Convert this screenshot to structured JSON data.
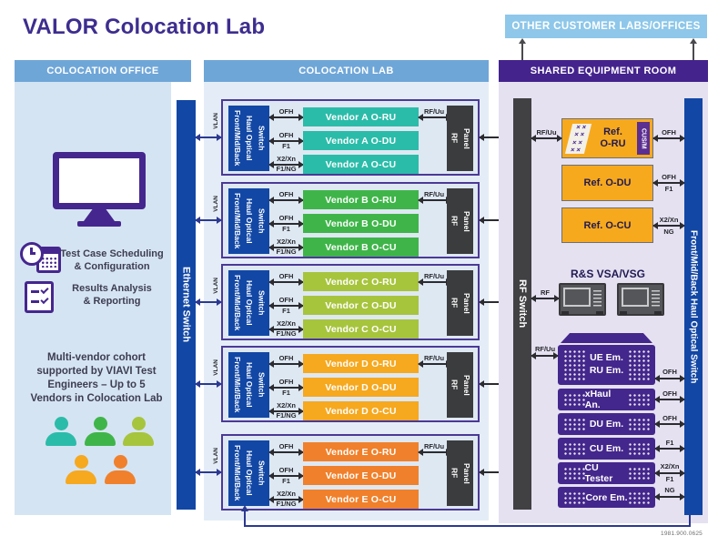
{
  "title": "VALOR Colocation Lab",
  "footer_code": "1981.900.0625",
  "colors": {
    "accent_purple": "#45268E",
    "header_blue": "#6FA6D8",
    "sky_blue": "#8EC7E9",
    "switch_blue": "#1247A5",
    "dark_gray": "#414043",
    "navy_line": "#2B3990",
    "ref_amber": "#F7A91D"
  },
  "other_labs": {
    "label": "OTHER CUSTOMER LABS/OFFICES"
  },
  "office": {
    "header": "COLOCATION OFFICE",
    "features": [
      {
        "icon": "calendar-clock-icon",
        "lines": [
          "Test Case Scheduling",
          "& Configuration"
        ]
      },
      {
        "icon": "checklist-icon",
        "lines": [
          "Results Analysis",
          "& Reporting"
        ]
      }
    ],
    "note": [
      "Multi-vendor cohort",
      "supported by VIAVI Test",
      "Engineers – Up to 5",
      "Vendors in Colocation Lab"
    ],
    "people_colors": [
      "#2BBCA9",
      "#3FB549",
      "#A7C43D",
      "#F6A81F",
      "#F0802B"
    ]
  },
  "ethernet_switch": "Ethernet Switch",
  "links": {
    "vlan": "VLAN",
    "ofh": "OFH",
    "f1": "F1",
    "x2xn": "X2/Xn",
    "f1ng": "F1/NG",
    "rfuu": "RF/Uu",
    "rf": "RF",
    "ng": "NG"
  },
  "lab": {
    "header": "COLOCATION LAB",
    "switch_label": "Front/Mid/Back\nHaul Optical\nSwitch",
    "rf_panel": "RF\nPanel",
    "groups": [
      {
        "vendor": "A",
        "color": "#2BBCA9",
        "boxes": [
          "Vendor A O-RU",
          "Vendor A O-DU",
          "Vendor A O-CU"
        ]
      },
      {
        "vendor": "B",
        "color": "#3FB549",
        "boxes": [
          "Vendor B O-RU",
          "Vendor B O-DU",
          "Vendor B O-CU"
        ]
      },
      {
        "vendor": "C",
        "color": "#A7C43D",
        "boxes": [
          "Vendor C O-RU",
          "Vendor C O-DU",
          "Vendor C O-CU"
        ]
      },
      {
        "vendor": "D",
        "color": "#F6A81F",
        "boxes": [
          "Vendor D O-RU",
          "Vendor D O-DU",
          "Vendor D O-CU"
        ]
      },
      {
        "vendor": "E",
        "color": "#F0802B",
        "boxes": [
          "Vendor E O-RU",
          "Vendor E O-DU",
          "Vendor E O-CU"
        ]
      }
    ]
  },
  "shared": {
    "header": "SHARED EQUIPMENT ROOM",
    "rf_switch": "RF Switch",
    "optical_switch": "Front/Mid/Back Haul Optical Switch",
    "refs": {
      "ru": {
        "line1": "Ref.",
        "line2": "O-RU",
        "tag": "CUS/M",
        "antenna": "× ×\n× ×\n× ×\n× ×"
      },
      "du": "Ref. O-DU",
      "cu": "Ref. O-CU"
    },
    "vsa": {
      "title": "R&S VSA/VSG"
    },
    "stack": {
      "rows": [
        [
          "UE Em.",
          "RU Em."
        ],
        [
          "xHaul An."
        ],
        [
          "DU Em."
        ],
        [
          "CU Em."
        ],
        [
          "CU Tester"
        ],
        [
          "Core Em."
        ]
      ]
    }
  }
}
